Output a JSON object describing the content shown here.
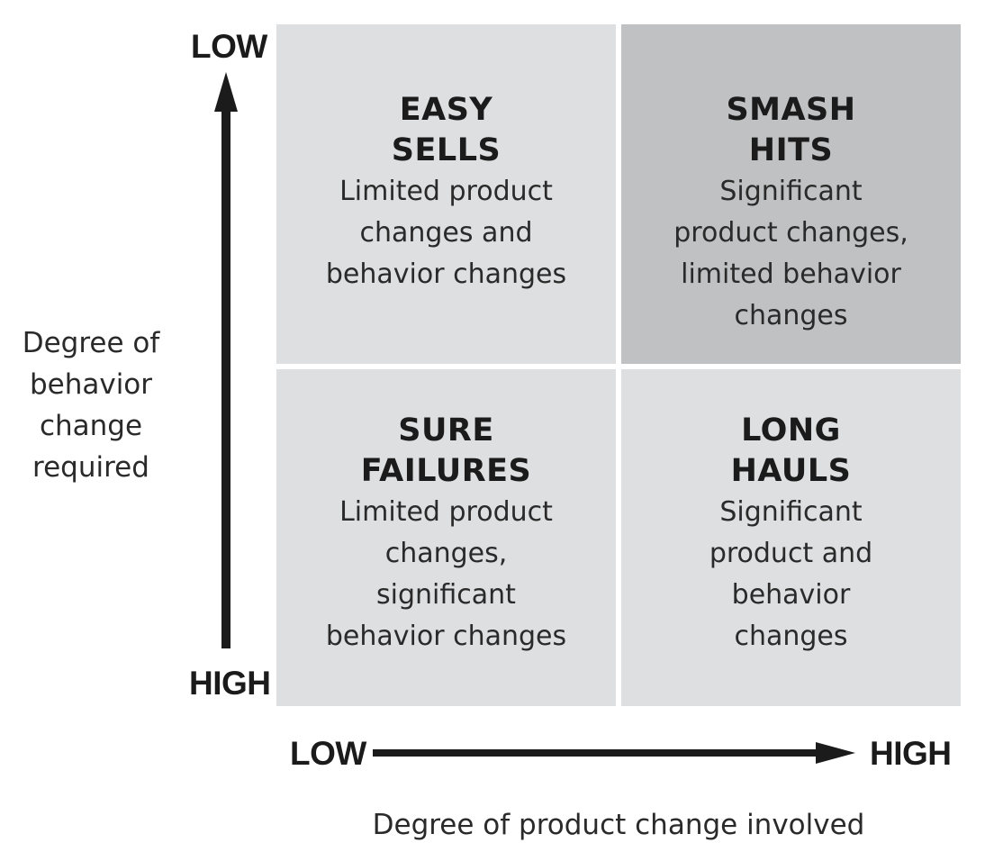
{
  "y_axis": {
    "top_label": "LOW",
    "bottom_label": "HIGH",
    "title": "Degree of\nbehavior\nchange\nrequired"
  },
  "x_axis": {
    "left_label": "LOW",
    "right_label": "HIGH",
    "title": "Degree of product change involved"
  },
  "quadrants": {
    "top_left": {
      "title": "EASY\nSELLS",
      "description": "Limited product\nchanges and\nbehavior changes",
      "fill": "#dedfe0"
    },
    "top_right": {
      "title": "SMASH\nHITS",
      "description": "Significant\nproduct changes,\nlimited behavior\nchanges",
      "fill": "#c0c1c2"
    },
    "bottom_left": {
      "title": "SURE\nFAILURES",
      "description": "Limited product\nchanges,\nsignificant\nbehavior changes",
      "fill": "#dedfe0"
    },
    "bottom_right": {
      "title": "LONG\nHAULS",
      "description": "Significant\nproduct and\nbehavior\nchanges",
      "fill": "#dedfe0"
    }
  },
  "colors": {
    "arrow": "#1b1b1b",
    "background": "#ffffff"
  }
}
